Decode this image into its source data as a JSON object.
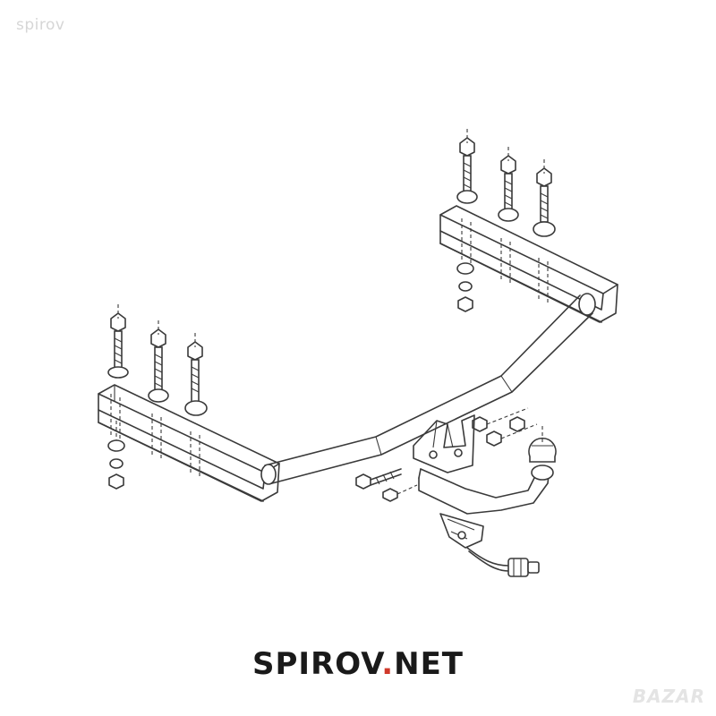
{
  "corner_watermark": "spirov",
  "brand": {
    "name": "SPIROV",
    "dot": ".",
    "tld": "NET"
  },
  "bazar_watermark": "BAZAR",
  "colors": {
    "ink": "#3a3a3a",
    "brand_text": "#1a1a1a",
    "brand_dot": "#d0392b",
    "watermark": "#d6d6d6"
  }
}
